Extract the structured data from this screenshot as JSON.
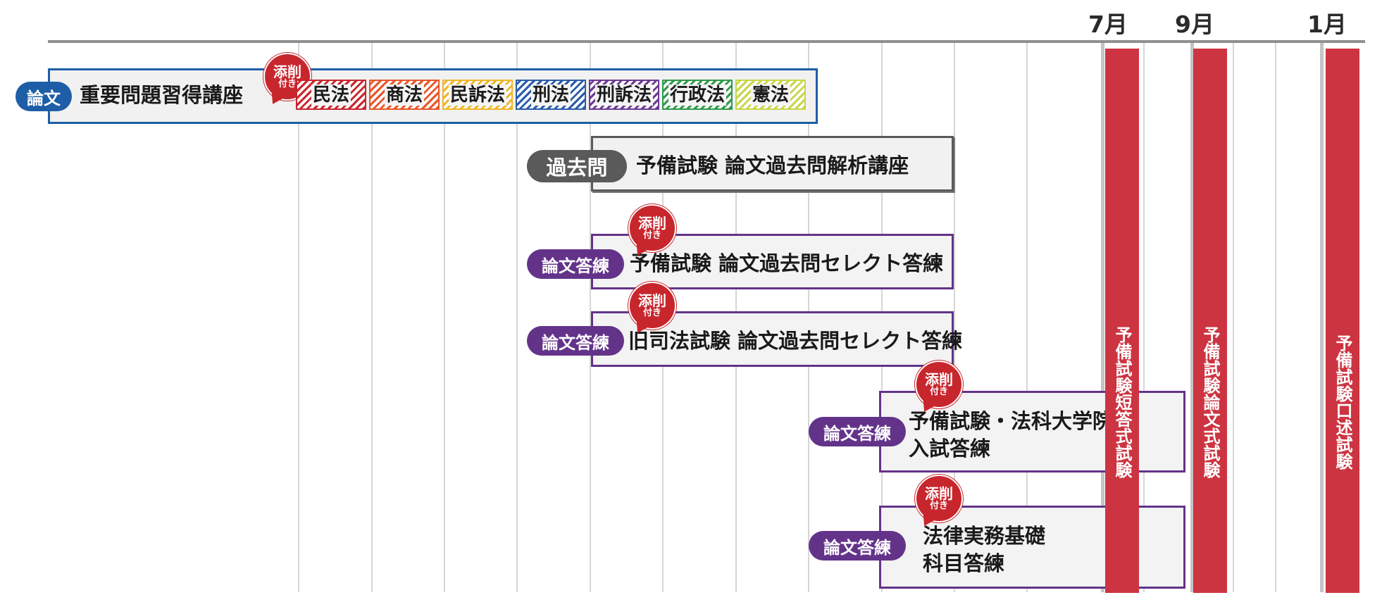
{
  "timeline": {
    "months": [
      {
        "label": "7月"
      },
      {
        "label": "9月"
      },
      {
        "label": "1月"
      }
    ]
  },
  "badge_text": {
    "line1": "添削",
    "line2": "付き"
  },
  "courses": [
    {
      "tag": "論文",
      "title": "重要問題習得講座"
    },
    {
      "tag": "過去問",
      "title": "予備試験 論文過去問解析講座"
    },
    {
      "tag": "論文答練",
      "title": "予備試験 論文過去問セレクト答練"
    },
    {
      "tag": "論文答練",
      "title": "旧司法試験 論文過去問セレクト答練"
    },
    {
      "tag": "論文答練",
      "title_lines": [
        "予備試験・法科大学院",
        "入試答練"
      ]
    },
    {
      "tag": "論文答練",
      "title_lines": [
        "法律実務基礎",
        "科目答練"
      ]
    }
  ],
  "subjects": [
    {
      "label": "民法",
      "color": "#c8262d"
    },
    {
      "label": "商法",
      "color": "#e8562a"
    },
    {
      "label": "民訴法",
      "color": "#efb62a"
    },
    {
      "label": "刑法",
      "color": "#2a5ca8"
    },
    {
      "label": "刑訴法",
      "color": "#6a3a92"
    },
    {
      "label": "行政法",
      "color": "#2f9a4a"
    },
    {
      "label": "憲法",
      "color": "#c7d64a"
    }
  ],
  "exams": [
    {
      "label": "予備試験短答式試験"
    },
    {
      "label": "予備試験論文式試験"
    },
    {
      "label": "予備試験口述試験"
    }
  ],
  "colors": {
    "tag_blue": "#1d5ea6",
    "tag_grey": "#5a5a5a",
    "tag_purple": "#63338a",
    "exam_red": "#cd3441",
    "badge_red": "#c8262d"
  }
}
